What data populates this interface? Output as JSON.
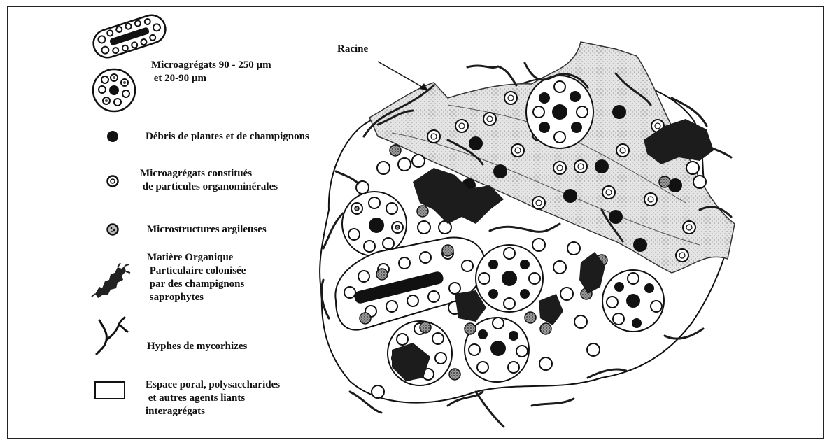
{
  "legend": {
    "microaggregates": "Microagrégats 90 - 250 µm\n et 20-90 µm",
    "debris": "Débris de plantes et de champignons",
    "microagg_particles": "Microagrégats constitués\n de particules organominérales",
    "clay_microstructures": "Microstructures argileuses",
    "pom": "Matière Organique\n Particulaire colonisée\n par des champignons\n saprophytes",
    "hyphae": "Hyphes de mycorhizes",
    "pore_space": "Espace poral, polysaccharides\n et autres agents liants\ninteragrégats"
  },
  "labels": {
    "root": "Racine"
  },
  "colors": {
    "ink": "#1a1a1a",
    "stipple": "#cfcfcf",
    "background": "#ffffff"
  }
}
